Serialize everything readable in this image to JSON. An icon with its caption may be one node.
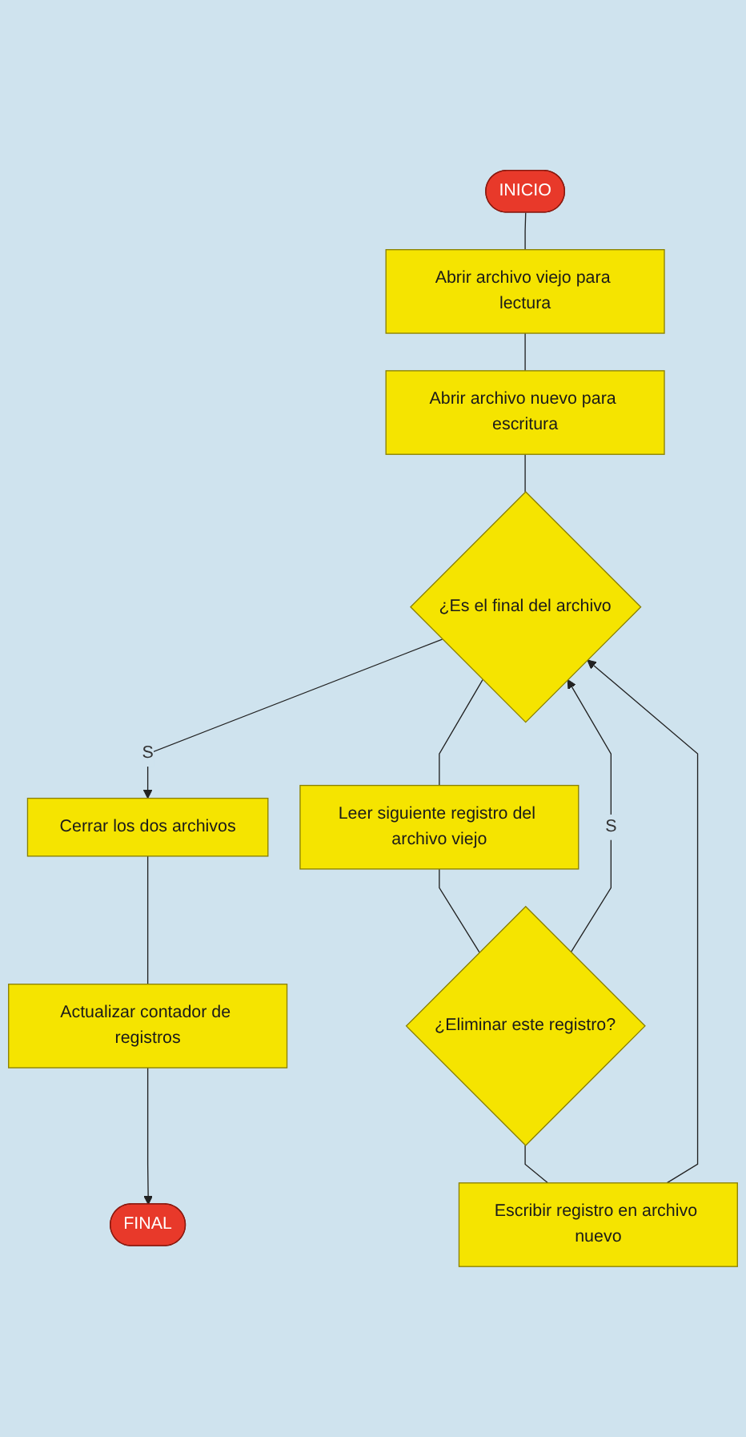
{
  "diagram": {
    "nodes": [
      {
        "text": [
          "INICIO"
        ]
      },
      {
        "text": [
          "Abrir archivo viejo para lectura"
        ]
      },
      {
        "text": [
          "Abrir archivo nuevo para escritura"
        ]
      },
      {
        "text": [
          "¿Es el final del archivo"
        ]
      },
      {
        "text": [
          "Leer siguiente registro del archivo viejo"
        ]
      },
      {
        "text": [
          "¿Eliminar este registro?"
        ]
      },
      {
        "text": [
          "Escribir registro en archivo nuevo"
        ]
      },
      {
        "text": [
          "Cerrar los dos archivos"
        ]
      },
      {
        "text": [
          "Actualizar contador de registros"
        ]
      },
      {
        "text": [
          "FINAL"
        ]
      }
    ],
    "edges": [
      {
        "from": 0,
        "to": 1,
        "arrow": "none"
      },
      {
        "from": 1,
        "to": 2,
        "arrow": "none"
      },
      {
        "from": 2,
        "to": 3,
        "arrow": "none"
      },
      {
        "from": 3,
        "to": 7,
        "arrow": "to",
        "label": "S"
      },
      {
        "from": 3,
        "to": 4,
        "arrow": "none"
      },
      {
        "from": 4,
        "to": 5,
        "arrow": "none"
      },
      {
        "from": 5,
        "to": 3,
        "arrow": "to",
        "label": "S"
      },
      {
        "from": 5,
        "to": 6,
        "arrow": "none"
      },
      {
        "from": 6,
        "to": 3,
        "arrow": "to"
      },
      {
        "from": 7,
        "to": 8,
        "arrow": "none"
      },
      {
        "from": 8,
        "to": 9,
        "arrow": "to"
      }
    ]
  }
}
